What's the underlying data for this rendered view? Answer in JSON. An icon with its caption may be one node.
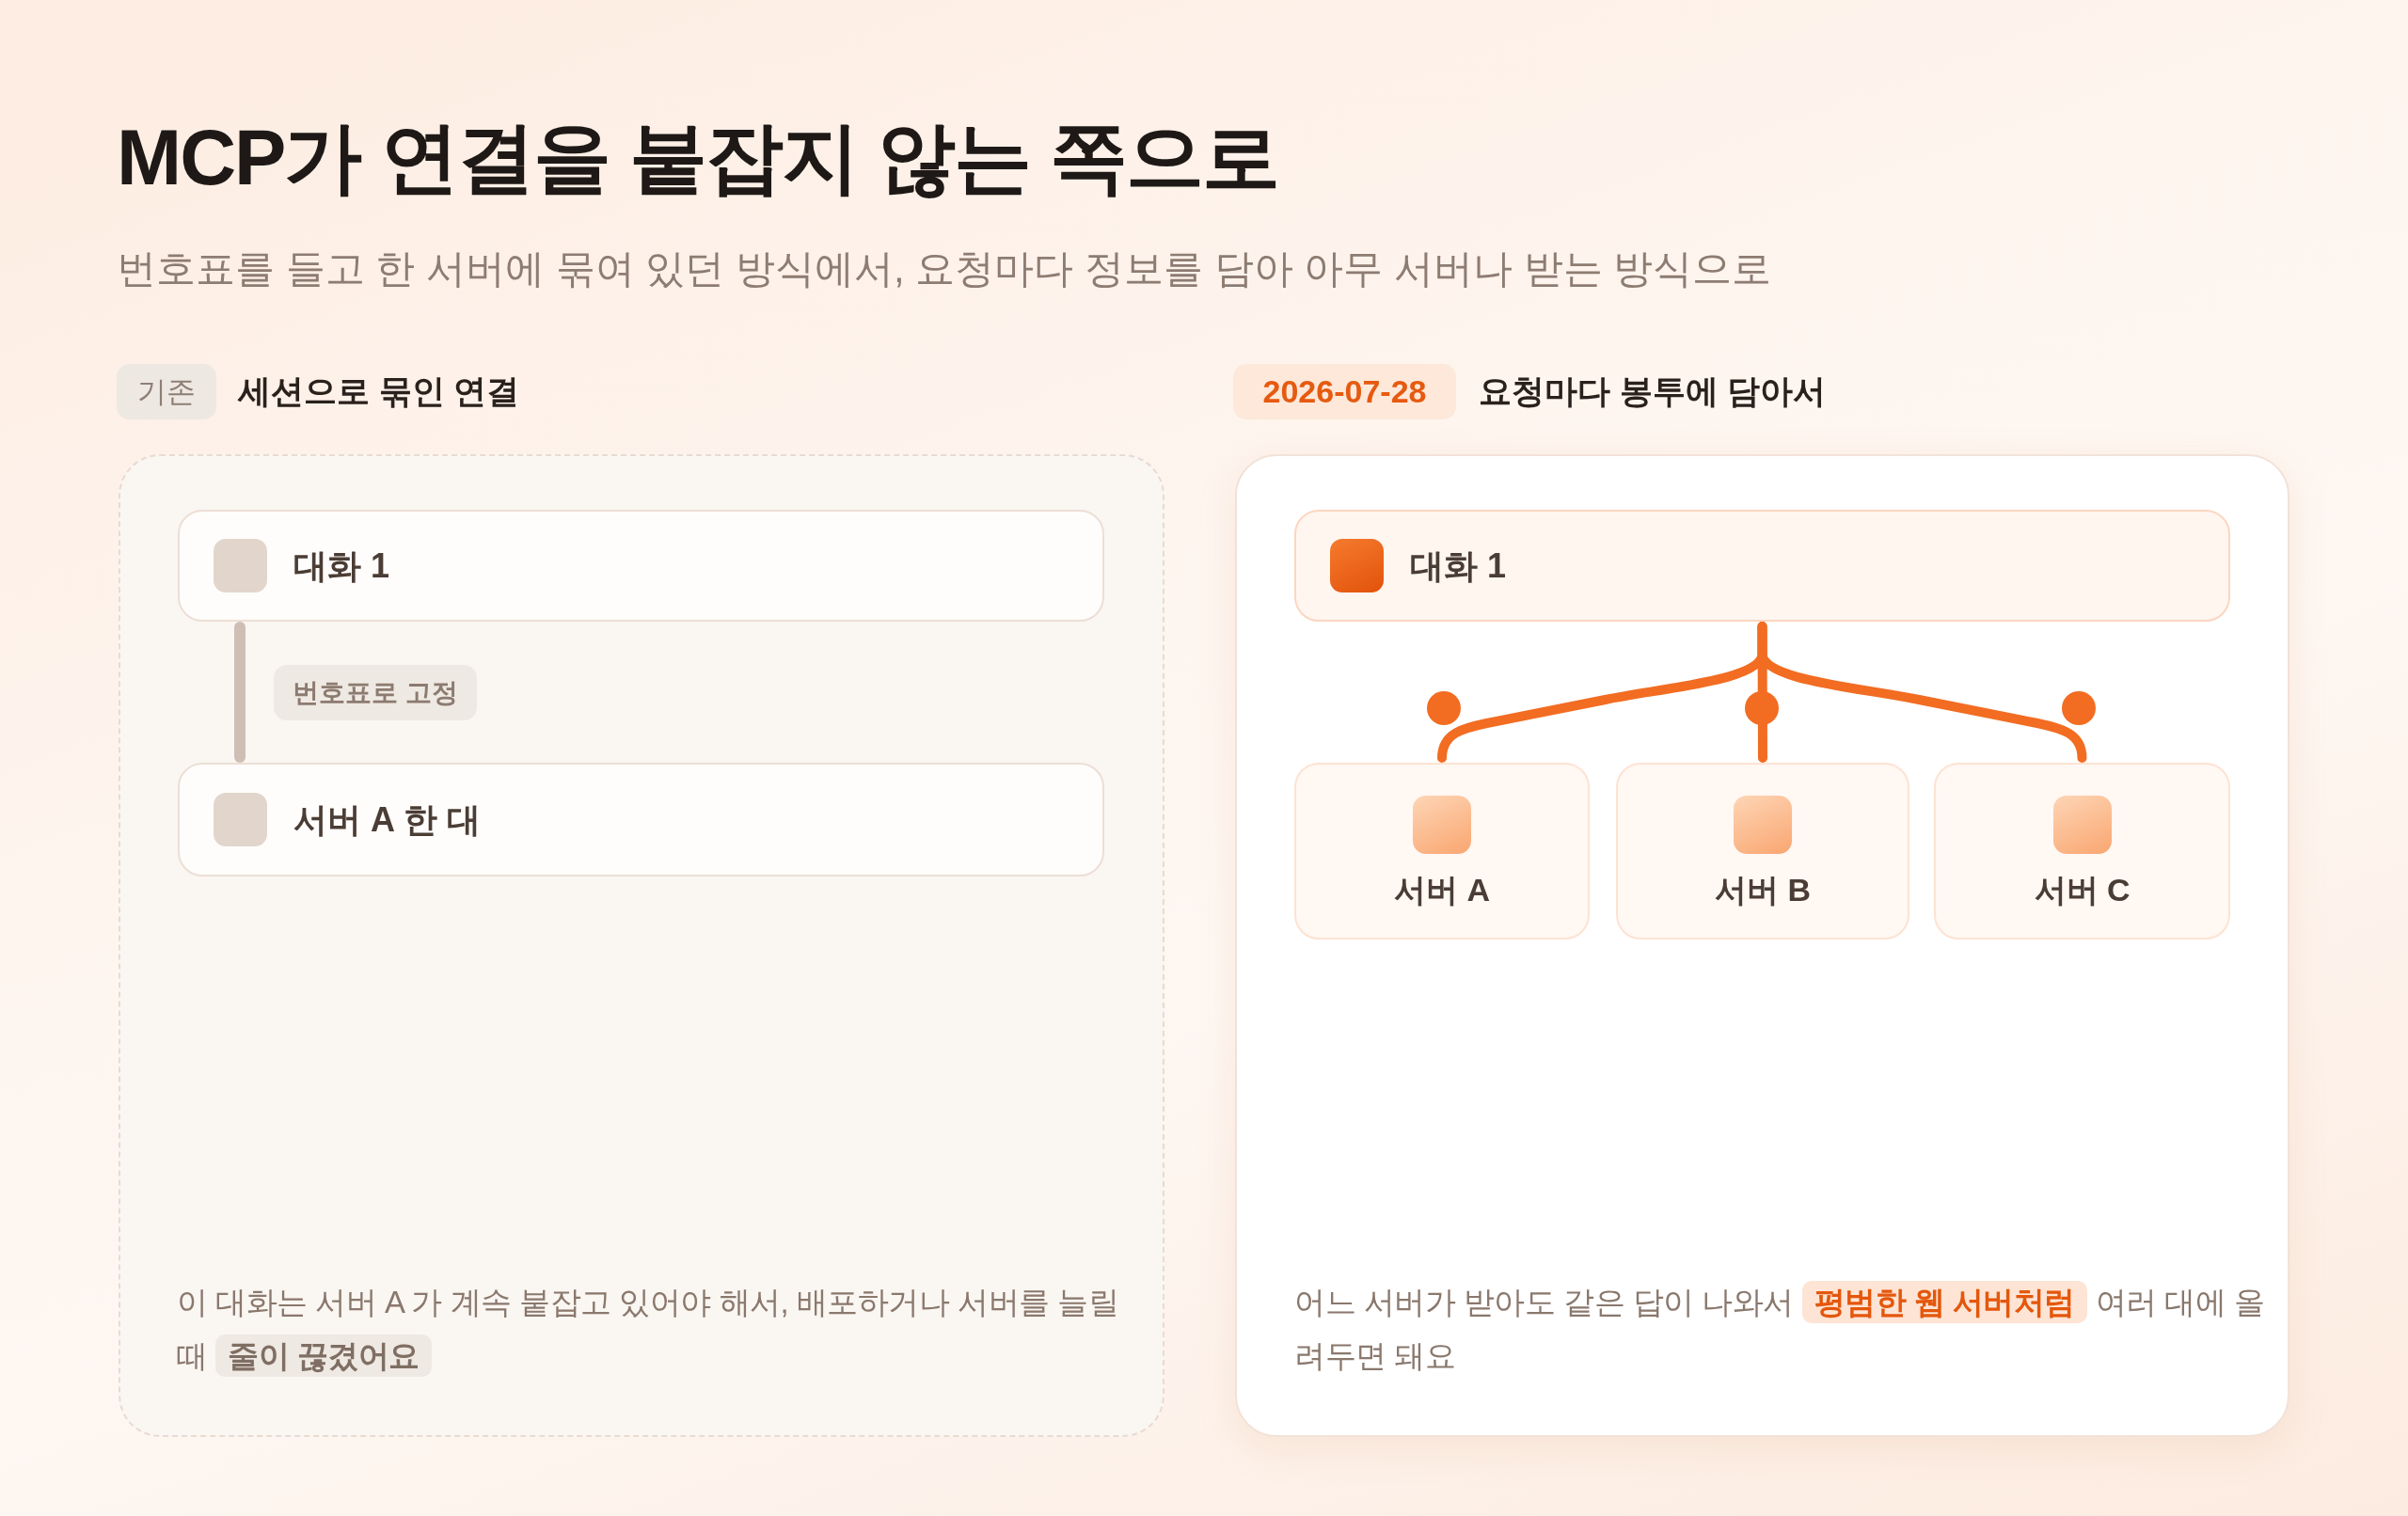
{
  "diagram": {
    "title": "MCP가 연결을 붙잡지 않는 쪽으로",
    "nodes": [
      {
        "text": [
          "기존"
        ],
        "beside": [
          "세션으로 묶인 연결"
        ]
      },
      {
        "text": [
          "이 대화는 서버 A 가 계속 붙잡고 있어야 해서, 배포하거나 서버를 늘릴 때 **줄이 끊겼어요**"
        ]
      },
      {
        "text": [
          "대화 1"
        ],
        "in": 1
      },
      {
        "text": [
          "서버 A 한 대"
        ],
        "in": 1
      },
      {
        "text": [
          "2026-07-28"
        ],
        "beside": [
          "요청마다 봉투에 담아서"
        ]
      },
      {
        "text": [
          "어느 서버가 받아도 같은 답이 나와서 **평범한 웹 서버처럼** 여러 대에 올려두면 돼요"
        ]
      },
      {
        "text": [
          "대화 1"
        ],
        "in": 5
      },
      {
        "text": [
          "서버 A"
        ],
        "in": 5
      },
      {
        "text": [
          "서버 B"
        ],
        "in": 5
      },
      {
        "text": [
          "서버 C"
        ],
        "in": 5
      }
    ],
    "edges": [
      {
        "from": 2,
        "to": 3,
        "arrow": "none",
        "label": "번호표로 고정",
        "color": "#cdbfb3"
      },
      {
        "from": 6,
        "to": 7,
        "arrow": "none"
      },
      {
        "from": 6,
        "to": 8,
        "arrow": "none"
      },
      {
        "from": 6,
        "to": 9,
        "arrow": "none"
      }
    ],
    "labels": [
      "번호표를 들고 한 서버에 묶여 있던 방식에서, 요청마다 정보를 담아 아무 서버나 받는 방식으로"
    ]
  }
}
